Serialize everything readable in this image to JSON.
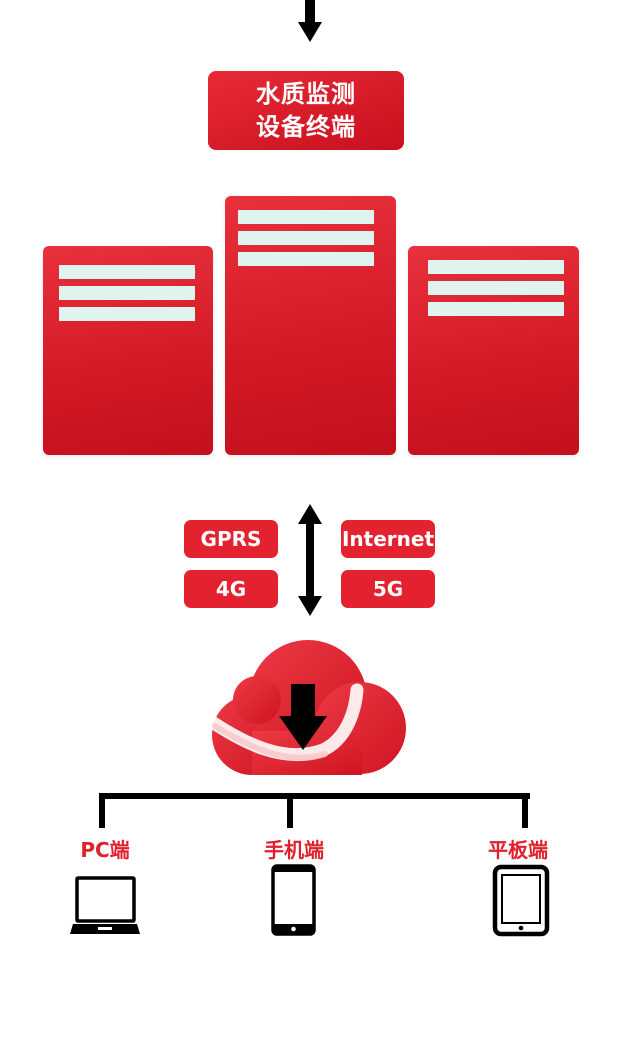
{
  "terminal": {
    "line1": "水质监测",
    "line2": "设备终端"
  },
  "network": {
    "gprs": "GPRS",
    "internet": "Internet",
    "g4": "4G",
    "g5": "5G"
  },
  "devices": {
    "pc": "PC端",
    "phone": "手机端",
    "tablet": "平板端"
  },
  "colors": {
    "brand_red": "#e4222f",
    "dark_red": "#c20f1c",
    "slot_mint": "#dff4ee",
    "line_black": "#000000"
  },
  "icons": [
    "down-arrow-icon",
    "double-arrow-icon",
    "cloud-icon",
    "laptop-icon",
    "phone-icon",
    "tablet-icon"
  ]
}
